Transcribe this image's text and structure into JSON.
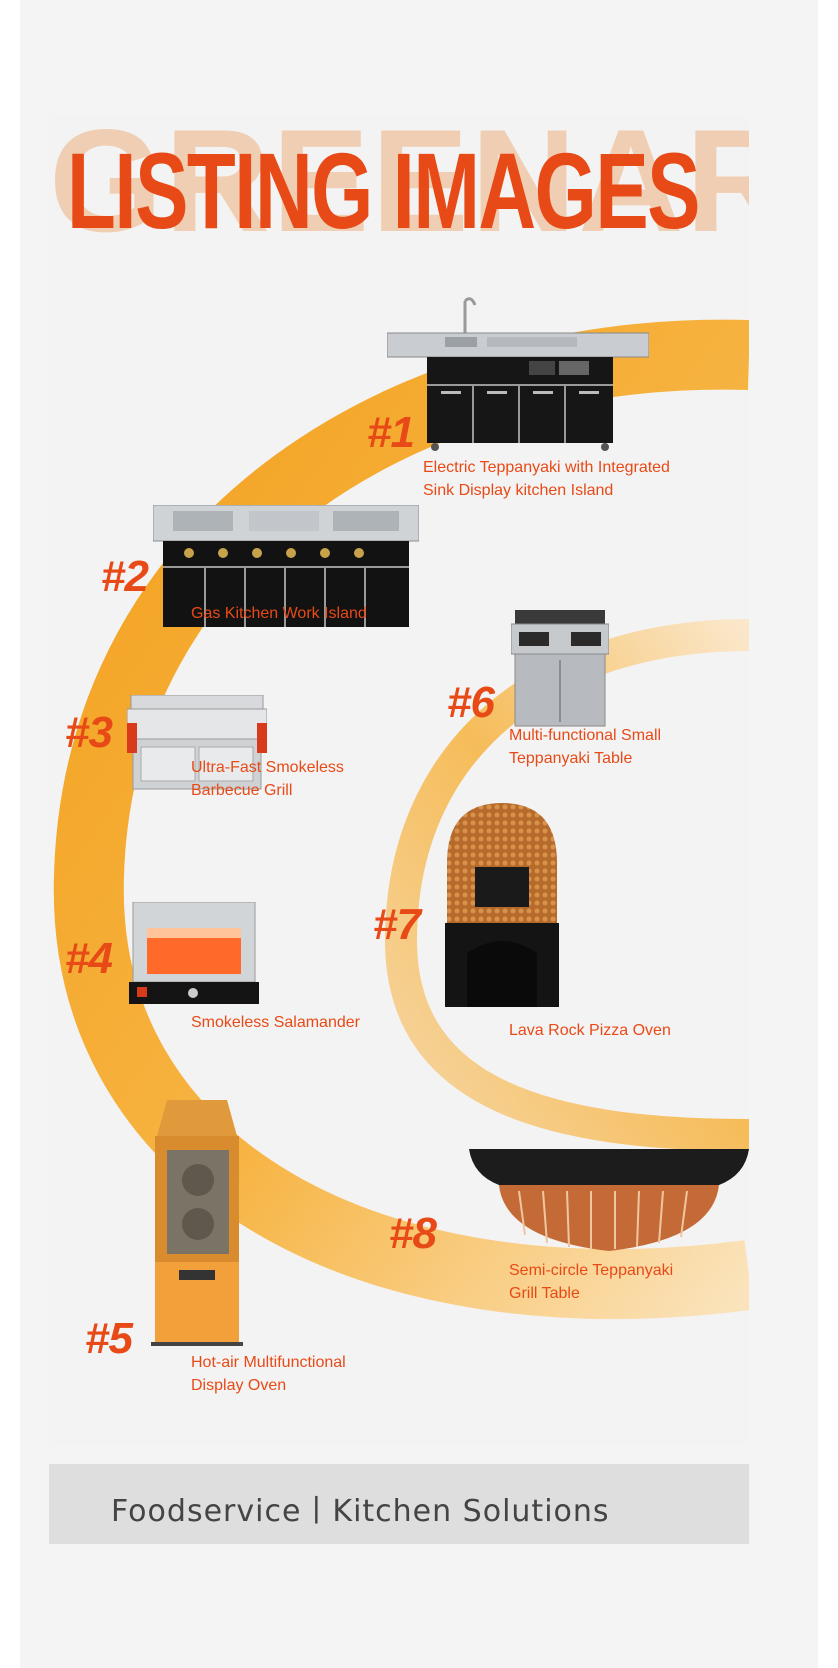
{
  "poster": {
    "watermark": "GREENARK",
    "headline": "LISTING IMAGES"
  },
  "products": [
    {
      "num": "#1",
      "label_lines": [
        "Electric Teppanyaki with Integrated",
        "Sink Display kitchen Island"
      ],
      "icon": "teppanyaki-sink-island-icon"
    },
    {
      "num": "#2",
      "label_lines": [
        "Gas Kitchen Work Island"
      ],
      "icon": "gas-work-island-icon"
    },
    {
      "num": "#3",
      "label_lines": [
        "Ultra-Fast Smokeless",
        "Barbecue Grill"
      ],
      "icon": "bbq-grill-icon"
    },
    {
      "num": "#4",
      "label_lines": [
        "Smokeless Salamander"
      ],
      "icon": "salamander-icon"
    },
    {
      "num": "#5",
      "label_lines": [
        "Hot-air Multifunctional",
        "Display Oven"
      ],
      "icon": "display-oven-icon"
    },
    {
      "num": "#6",
      "label_lines": [
        "Multi-functional Small",
        "Teppanyaki Table"
      ],
      "icon": "small-teppanyaki-icon"
    },
    {
      "num": "#7",
      "label_lines": [
        "Lava Rock Pizza Oven"
      ],
      "icon": "pizza-oven-icon"
    },
    {
      "num": "#8",
      "label_lines": [
        "Semi-circle Teppanyaki",
        "Grill Table"
      ],
      "icon": "semicircle-grill-icon"
    }
  ],
  "footer": {
    "text": "Foodservice丨Kitchen Solutions"
  },
  "colors": {
    "accent": "#e84a17",
    "arc": "#f5a623",
    "footer_bg": "#dedede"
  }
}
